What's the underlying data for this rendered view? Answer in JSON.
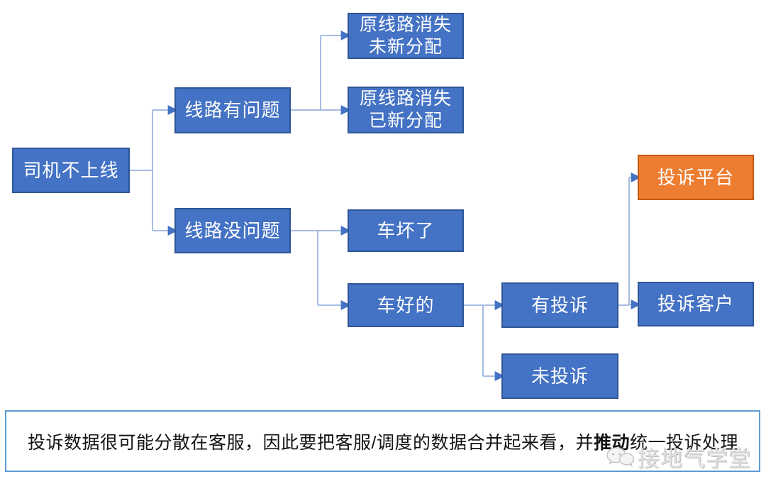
{
  "diagram": {
    "nodes": {
      "driver": {
        "label": "司机不上线"
      },
      "line_problem": {
        "label": "线路有问题"
      },
      "line_ok": {
        "label": "线路没问题"
      },
      "vanish_unassigned": {
        "label": "原线路消失\n未新分配"
      },
      "vanish_assigned": {
        "label": "原线路消失\n已新分配"
      },
      "car_broken": {
        "label": "车坏了"
      },
      "car_ok": {
        "label": "车好的"
      },
      "has_complaint": {
        "label": "有投诉"
      },
      "no_complaint": {
        "label": "未投诉"
      },
      "complaint_platform": {
        "label": "投诉平台"
      },
      "complaint_customer": {
        "label": "投诉客户"
      }
    },
    "colors": {
      "node_fill": "#4472C4",
      "node_border": "#2F5597",
      "highlight_fill": "#ED7D31",
      "highlight_border": "#C55A11",
      "connector_line": "#A6BCE3",
      "arrowhead": "#4472C4",
      "note_border": "#5B9BD5"
    }
  },
  "note": {
    "text_before": "投诉数据很可能分散在客服，因此要把客服/调度的数据合并起来看，并",
    "bold_text": "推动",
    "text_after": "统一投诉处理"
  },
  "watermark": {
    "label": "接地气学堂"
  }
}
